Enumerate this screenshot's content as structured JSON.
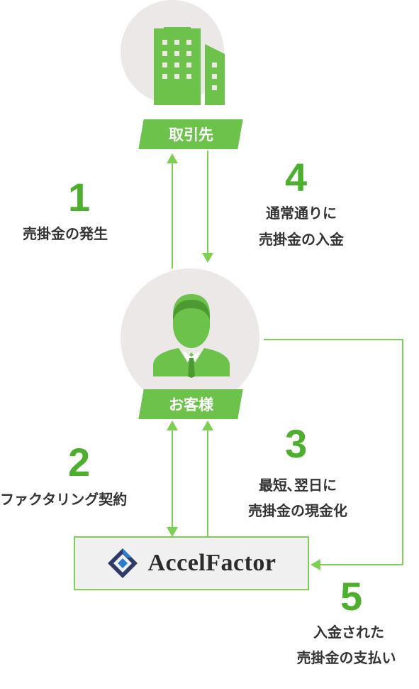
{
  "nodes": {
    "client": {
      "label": "取引先",
      "icon": "building-icon"
    },
    "customer": {
      "label": "お客様",
      "icon": "person-icon"
    },
    "company": {
      "logo_text": "AccelFactor",
      "icon": "accelfactor-logo-icon"
    }
  },
  "steps": [
    {
      "number": "1",
      "lines": [
        "売掛金の発生"
      ]
    },
    {
      "number": "2",
      "lines": [
        "ファクタリング契約"
      ]
    },
    {
      "number": "3",
      "lines": [
        "最短､翌日に",
        "売掛金の現金化"
      ]
    },
    {
      "number": "4",
      "lines": [
        "通常通りに",
        "売掛金の入金"
      ]
    },
    {
      "number": "5",
      "lines": [
        "入金された",
        "売掛金の支払い"
      ]
    }
  ],
  "colors": {
    "accent_green": "#6cc24a",
    "number_green": "#4caf2e",
    "arrow_green": "#7ccf52",
    "circle_bg": "#ece8e8"
  }
}
